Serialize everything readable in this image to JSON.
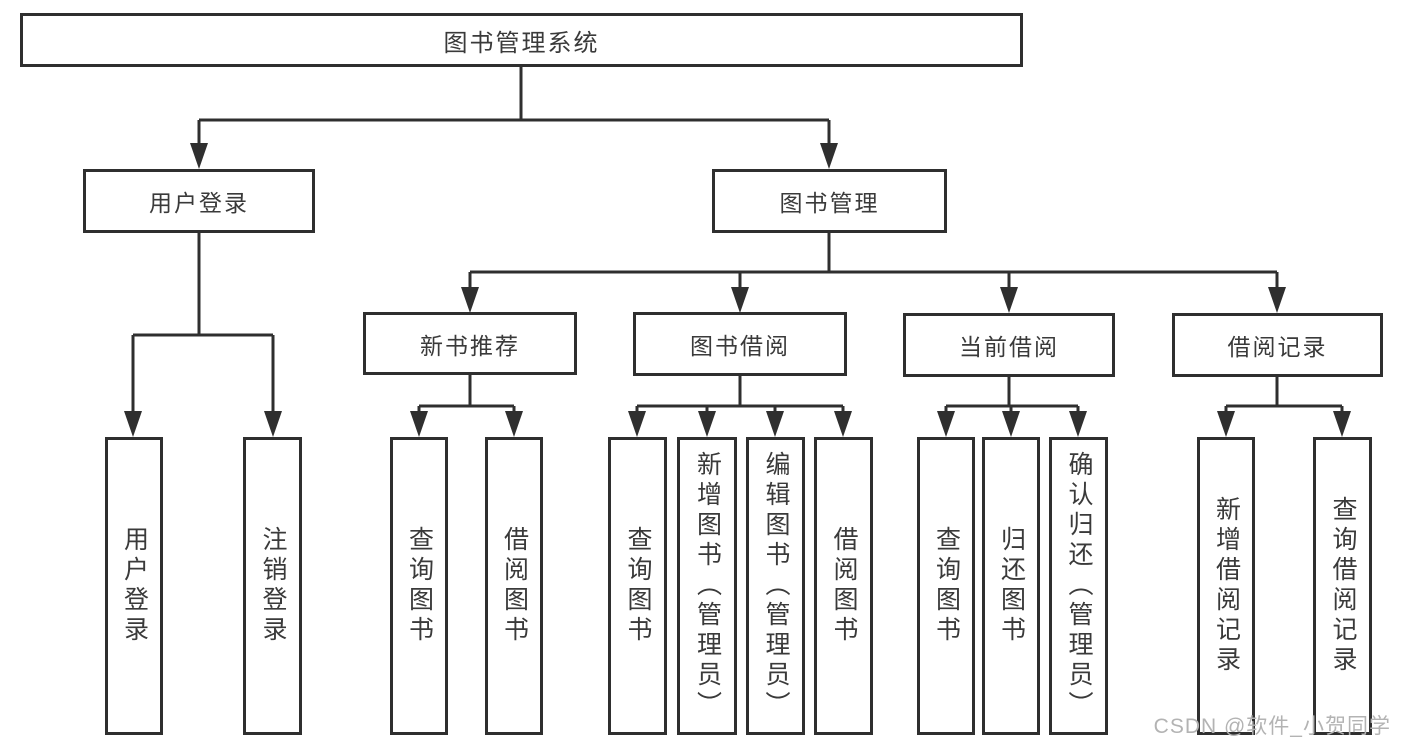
{
  "diagram": {
    "title": "图书管理系统",
    "colors": {
      "line": "#2f2f2f",
      "box_border": "#2f2f2f",
      "box_fill": "#ffffff",
      "text": "#3a3a3a",
      "watermark": "#b3b3b3"
    },
    "root": {
      "label": "图书管理系统"
    },
    "level2": {
      "user_login": {
        "label": "用户登录"
      },
      "book_mgmt": {
        "label": "图书管理"
      }
    },
    "level3": {
      "new_book_rec": {
        "label": "新书推荐"
      },
      "book_borrow": {
        "label": "图书借阅"
      },
      "current_borrow": {
        "label": "当前借阅"
      },
      "borrow_records": {
        "label": "借阅记录"
      }
    },
    "leaves": {
      "user_login_leaf": {
        "label": "用户登录"
      },
      "logout_leaf": {
        "label": "注销登录"
      },
      "nbr_query_books": {
        "label": "查询图书"
      },
      "nbr_borrow_books": {
        "label": "借阅图书"
      },
      "bb_query_books": {
        "label": "查询图书"
      },
      "bb_add_books": {
        "label": "新增图书（管理员）"
      },
      "bb_edit_books": {
        "label": "编辑图书（管理员）"
      },
      "bb_borrow_books": {
        "label": "借阅图书"
      },
      "cb_query_books": {
        "label": "查询图书"
      },
      "cb_return_books": {
        "label": "归还图书"
      },
      "cb_confirm_return": {
        "label": "确认归还（管理员）"
      },
      "br_add_record": {
        "label": "新增借阅记录"
      },
      "br_query_record": {
        "label": "查询借阅记录"
      }
    },
    "watermark": "CSDN @软件_小贺同学"
  }
}
